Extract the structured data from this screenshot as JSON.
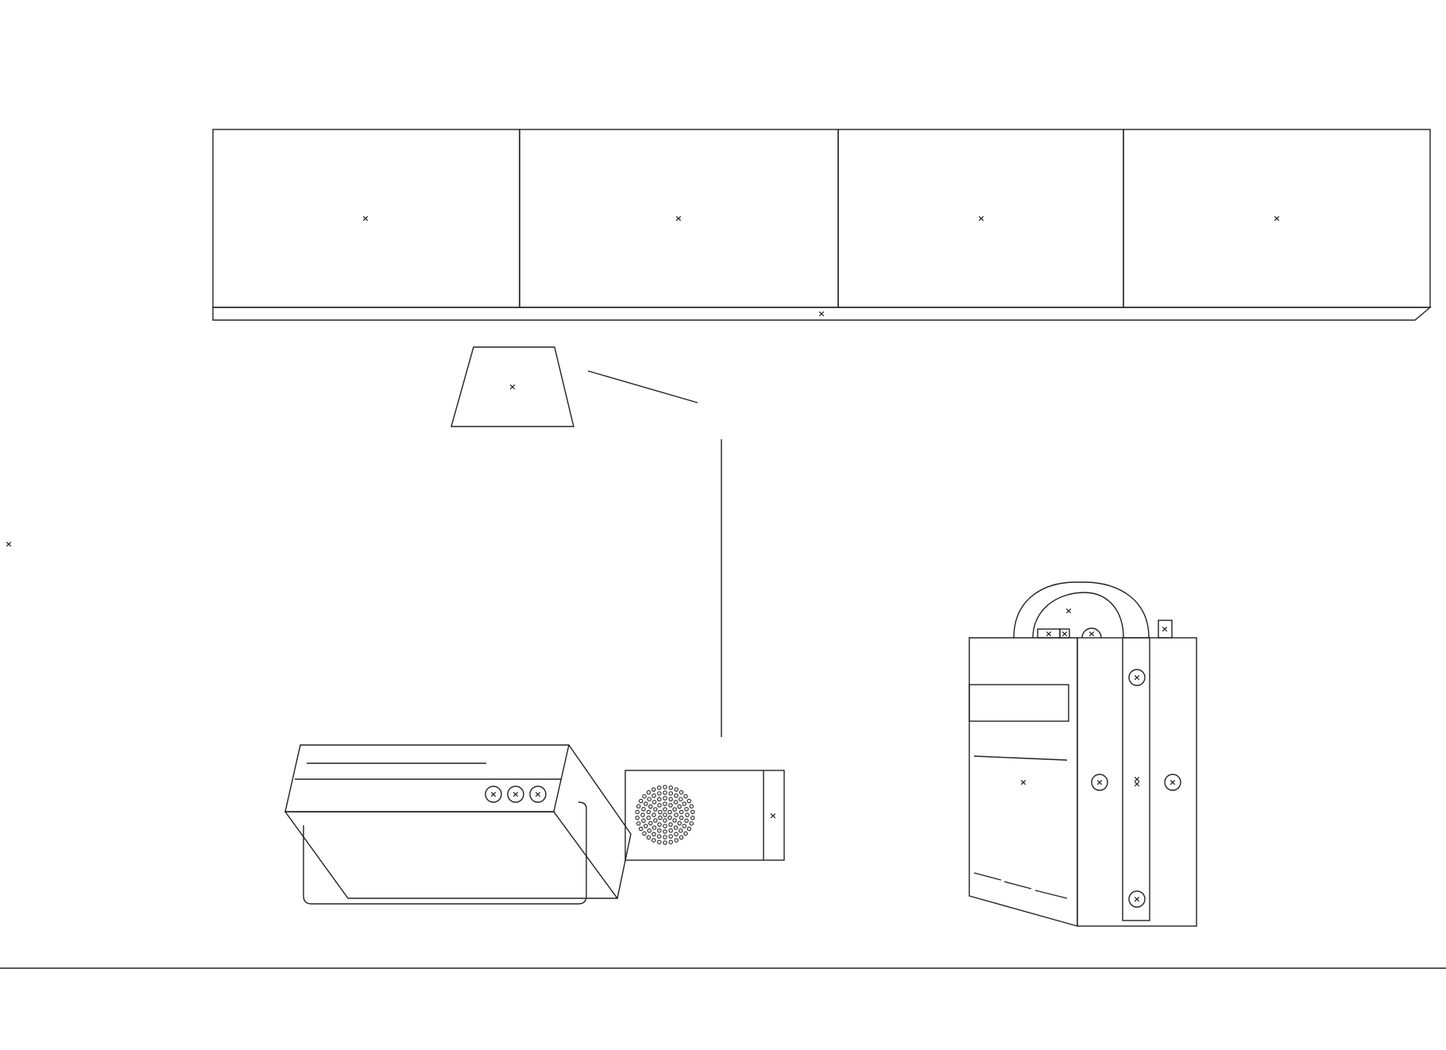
{
  "drawing": {
    "stroke_color": "#222222",
    "background": "#ffffff",
    "marker_glyph": "×"
  },
  "objects": [
    {
      "name": "wall-cabinet-door-1",
      "kind": "cabinet-door"
    },
    {
      "name": "wall-cabinet-door-2",
      "kind": "cabinet-door"
    },
    {
      "name": "wall-cabinet-door-3",
      "kind": "cabinet-door"
    },
    {
      "name": "wall-cabinet-door-4",
      "kind": "cabinet-door"
    },
    {
      "name": "wall-cabinet-base-strip",
      "kind": "cabinet-base"
    },
    {
      "name": "lamp-shade",
      "kind": "lamp"
    },
    {
      "name": "lamp-arm",
      "kind": "lamp"
    },
    {
      "name": "lamp-pole",
      "kind": "lamp"
    },
    {
      "name": "radio-set",
      "kind": "appliance"
    },
    {
      "name": "speaker-box",
      "kind": "appliance"
    },
    {
      "name": "computer-tower",
      "kind": "appliance"
    },
    {
      "name": "floor-line",
      "kind": "ground"
    }
  ],
  "speaker": {
    "grille_rings": [
      1,
      6,
      12,
      18,
      24,
      30
    ]
  }
}
